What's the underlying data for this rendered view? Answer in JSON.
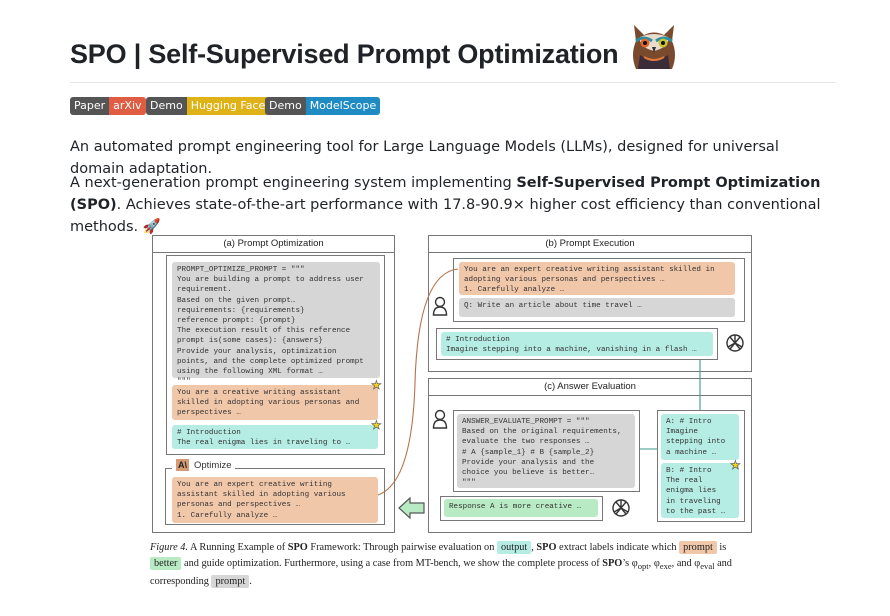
{
  "header": {
    "title": "SPO | Self-Supervised Prompt Optimization"
  },
  "badges": [
    {
      "label": "Paper",
      "value": "arXiv",
      "color": "#e05d44"
    },
    {
      "label": "Demo",
      "value": "Hugging Face",
      "color": "#dfb317"
    },
    {
      "label": "Demo",
      "value": "ModelScope",
      "color": "#1e8bc3"
    }
  ],
  "intro": "An automated prompt engineering tool for Large Language Models (LLMs), designed for universal domain adaptation.",
  "summary": {
    "pre": "A next-generation prompt engineering system implementing ",
    "bold": "Self-Supervised Prompt Optimization (SPO)",
    "post": ". Achieves state-of-the-art performance with 17.8-90.9× higher cost efficiency than conventional methods. ",
    "emoji": "🚀"
  },
  "figure": {
    "panel_a": {
      "title": "(a) Prompt Optimization",
      "meta_prompt": "PROMPT_OPTIMIZE_PROMPT = \"\"\"\nYou are building a prompt to address user\nrequirement.\nBased on the given prompt…\nrequirements: {requirements}\nreference prompt: {prompt}\nThe execution result of this reference\nprompt is(some cases): {answers}\nProvide your analysis, optimization\npoints, and the complete optimized prompt\nusing the following XML format …\n\"\"\"",
      "prompt": "You are a creative writing assistant\nskilled in adopting various personas and\nperspectives …",
      "answer": "# Introduction\nThe real enigma lies in traveling to …",
      "optimize_label": "Optimize",
      "logo": "A\\",
      "optimized_prompt": "You are an expert creative writing\nassistant skilled in adopting various\npersonas and perspectives …\n1. Carefully analyze …"
    },
    "panel_b": {
      "title": "(b) Prompt Execution",
      "prompt": "You are an expert creative writing assistant skilled in\nadopting various personas and perspectives …\n1. Carefully analyze …",
      "question": "Q: Write an article about time travel …",
      "answer": "# Introduction\nImagine stepping into a machine, vanishing in a flash …"
    },
    "panel_c": {
      "title": "(c) Answer Evaluation",
      "eval_prompt": "ANSWER_EVALUATE_PROMPT = \"\"\"\nBased on the original requirements,\nevaluate the two responses …\n# A {sample_1} # B {sample_2}\nProvide your analysis and the\nchoice you believe is better…\n\"\"\"",
      "result": "Response A is more creative …",
      "answer_a": "A: # Intro\nImagine\nstepping into\na machine …",
      "answer_b": "B: # Intro\nThe real\nenigma lies\nin traveling\nto the past …"
    }
  },
  "caption": {
    "fig": "Figure 4.",
    "p1": " A Running Example of ",
    "spo": "SPO",
    "p2": " Framework: Through pairwise evaluation on ",
    "output": "output",
    "p3": ", ",
    "p4": " extract labels indicate which ",
    "prompt": "prompt",
    "p5": " is ",
    "better": "better",
    "p6": " and guide optimization. Furthermore, using a case from MT-bench, we show the complete process of ",
    "p7": "’s φ",
    "opt": "opt",
    "p8": ", φ",
    "exe": "exe",
    "p9": ", and φ",
    "eval": "eval",
    "p10": " and corresponding ",
    "prompt2": "prompt",
    "p11": "."
  }
}
